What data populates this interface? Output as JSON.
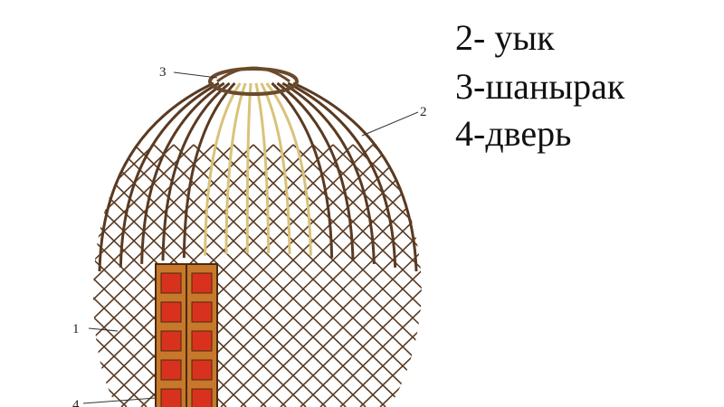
{
  "diagram": {
    "callouts": [
      "1",
      "2",
      "3",
      "4"
    ],
    "legend": [
      "2- уык",
      "3-шанырак",
      "4-дверь"
    ],
    "colors": {
      "wood": "#5a3a22",
      "door_frame": "#c8782a",
      "door_panel": "#d8321e",
      "pole": "#d9c27a"
    }
  }
}
